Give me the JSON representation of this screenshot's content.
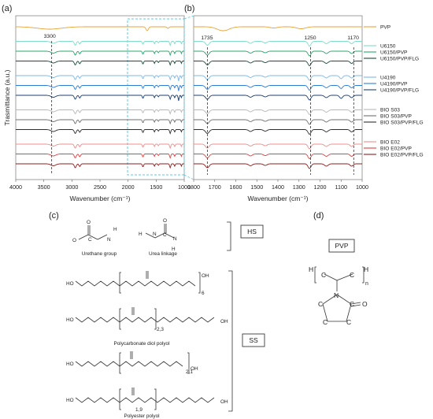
{
  "panels": {
    "a": "(a)",
    "b": "(b)",
    "c": "(c)",
    "d": "(d)"
  },
  "chart_data": [
    {
      "type": "line",
      "panel": "(a)",
      "ylabel": "Trasmittance (a.u.)",
      "xlabel": "Wavenumber (cm⁻¹)",
      "xlim": [
        4000,
        1000
      ],
      "x_ticks": [
        "4000",
        "3500",
        "3000",
        "2500",
        "2000",
        "1500",
        "1000"
      ],
      "annotations": [
        {
          "label": "3300",
          "x": 3360
        }
      ],
      "highlight_region": [
        1800,
        1000
      ]
    },
    {
      "type": "line",
      "panel": "(b)",
      "xlabel": "Wavenumber (cm⁻¹)",
      "xlim": [
        1800,
        1000
      ],
      "x_ticks": [
        "1800",
        "1700",
        "1600",
        "1500",
        "1400",
        "1300",
        "1200",
        "1100",
        "1000"
      ],
      "annotations": [
        {
          "label": "1735",
          "x": 1735
        },
        {
          "label": "1250",
          "x": 1245
        },
        {
          "label": "1170",
          "x": 1040
        }
      ]
    }
  ],
  "series": [
    {
      "name": "PVP",
      "color": "#E8A33A"
    },
    {
      "name": "U6150",
      "color": "#7FDCC6"
    },
    {
      "name": "U6150/PVP",
      "color": "#25A86A"
    },
    {
      "name": "U6150/PVP/FLG",
      "color": "#1C4A3A"
    },
    {
      "name": "U4190",
      "color": "#7FB7E8"
    },
    {
      "name": "U4190/PVP",
      "color": "#2E7DD4"
    },
    {
      "name": "U4190/PVP/FLG",
      "color": "#1C3F78"
    },
    {
      "name": "BIO S03",
      "color": "#B8B8B8"
    },
    {
      "name": "BIO S03/PVP",
      "color": "#707070"
    },
    {
      "name": "BIO S03/PVP/FLG",
      "color": "#2E2E2E"
    },
    {
      "name": "BIO E02",
      "color": "#F08C8C"
    },
    {
      "name": "BIO E02/PVP",
      "color": "#E04040"
    },
    {
      "name": "BIO E02/PVP/FLG",
      "color": "#8E1F1F"
    }
  ],
  "structures": {
    "hs_label": "HS",
    "ss_label": "SS",
    "pvp_label": "PVP",
    "urethane": "Urethane group",
    "urea": "Urea linkage",
    "polycarbonate": "Polycarbonate diol polyol",
    "polyester": "Polyester polyol",
    "atoms": {
      "O": "O",
      "N": "N",
      "H": "H",
      "C": "C",
      "OH": "OH",
      "HO": "HO",
      "n": "n"
    },
    "subscripts": {
      "pc1": "6",
      "pc2": "2,3",
      "pe1": "2,1",
      "pe2": "1,9"
    }
  }
}
